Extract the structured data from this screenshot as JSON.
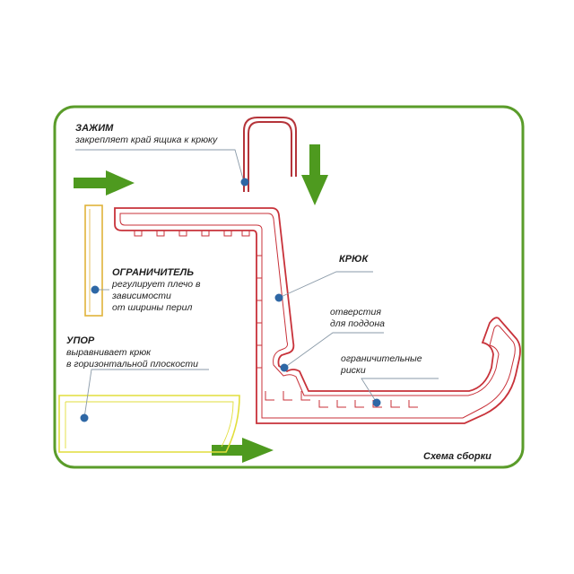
{
  "caption": "Схема сборки",
  "labels": {
    "clamp": {
      "title": "ЗАЖИМ",
      "line1": "закрепляет край ящика к крюку"
    },
    "limiter": {
      "title": "ОГРАНИЧИТЕЛЬ",
      "line1": "регулирует плечо в",
      "line2": "зависимости",
      "line3": "от ширины перил"
    },
    "stop": {
      "title": "УПОР",
      "line1": "выравнивает крюк",
      "line2": "в горизонтальной плоскости"
    },
    "hook": {
      "title": "КРЮК"
    },
    "holes": {
      "line1": "отверстия",
      "line2": "для поддона"
    },
    "marks": {
      "line1": "ограничительные",
      "line2": "риски"
    }
  },
  "colors": {
    "frame": "#5a9c2a",
    "arrow": "#4e9a1f",
    "hook": "#c8323a",
    "limiter": "#e0b33a",
    "stop": "#e2de3b",
    "dot": "#2e67a5",
    "leader": "#8a9aa8",
    "clamp": "#b5343a"
  }
}
